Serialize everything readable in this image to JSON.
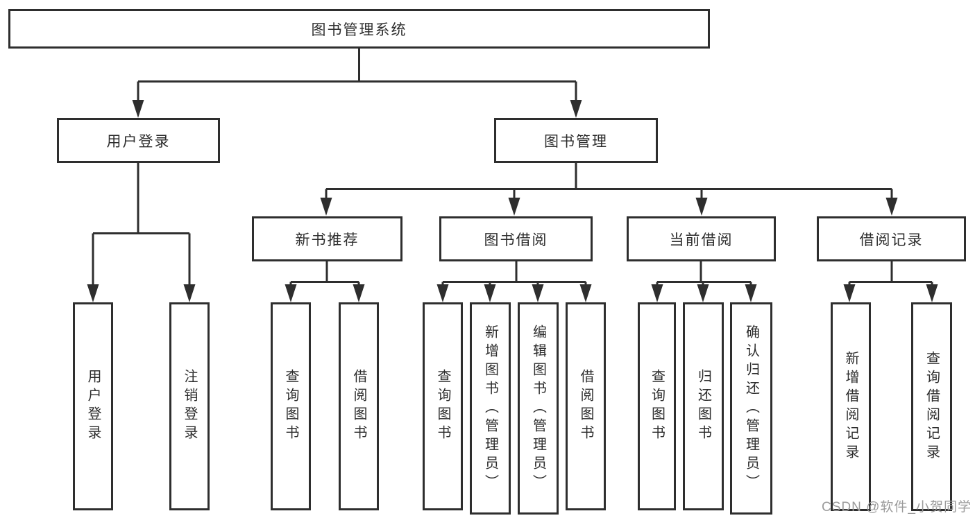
{
  "diagram": {
    "root": "图书管理系统",
    "level2": [
      "用户登录",
      "图书管理"
    ],
    "level3": [
      "新书推荐",
      "图书借阅",
      "当前借阅",
      "借阅记录"
    ],
    "leaves": [
      "用户登录",
      "注销登录",
      "查询图书",
      "借阅图书",
      "查询图书",
      "新增图书（管理员）",
      "编辑图书（管理员）",
      "借阅图书",
      "查询图书",
      "归还图书",
      "确认归还（管理员）",
      "新增借阅记录",
      "查询借阅记录"
    ]
  },
  "watermark": "CSDN @软件_小贺同学",
  "colors": {
    "line": "#2e2e2e",
    "background": "#ffffff",
    "watermark": "#9b9b9b"
  }
}
